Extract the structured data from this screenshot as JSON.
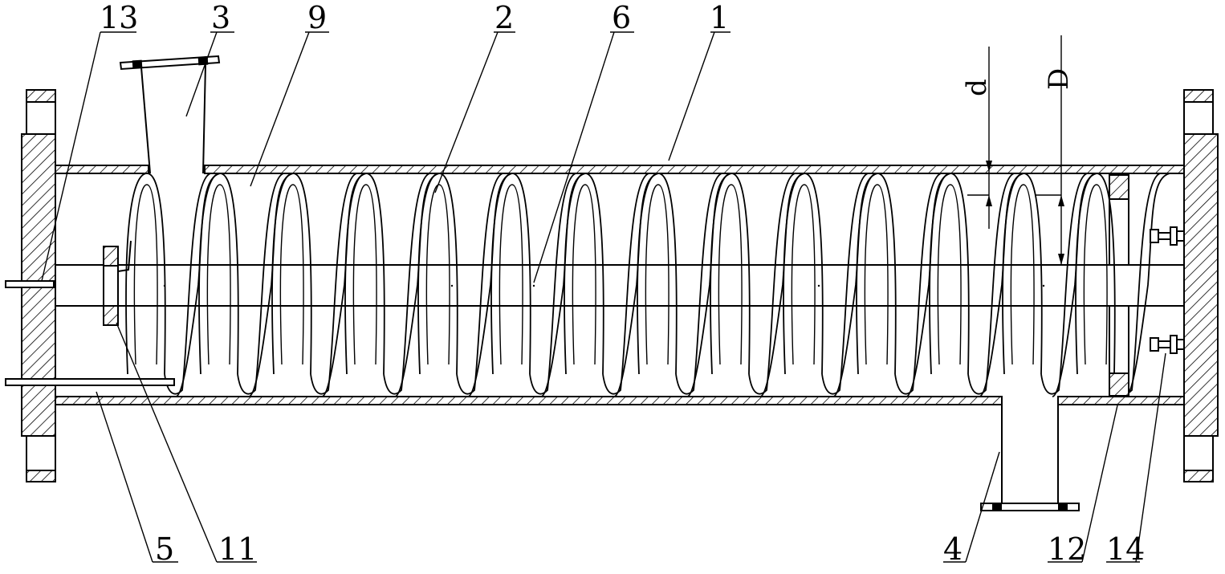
{
  "labels": {
    "l13": "13",
    "l3": "3",
    "l9": "9",
    "l2": "2",
    "l6": "6",
    "l1": "1",
    "l5": "5",
    "l11": "11",
    "l4": "4",
    "l12": "12",
    "l14": "14"
  },
  "dimensions": {
    "d": "d",
    "D": "D"
  },
  "colors": {
    "ink": "#000000",
    "paper": "#ffffff"
  }
}
